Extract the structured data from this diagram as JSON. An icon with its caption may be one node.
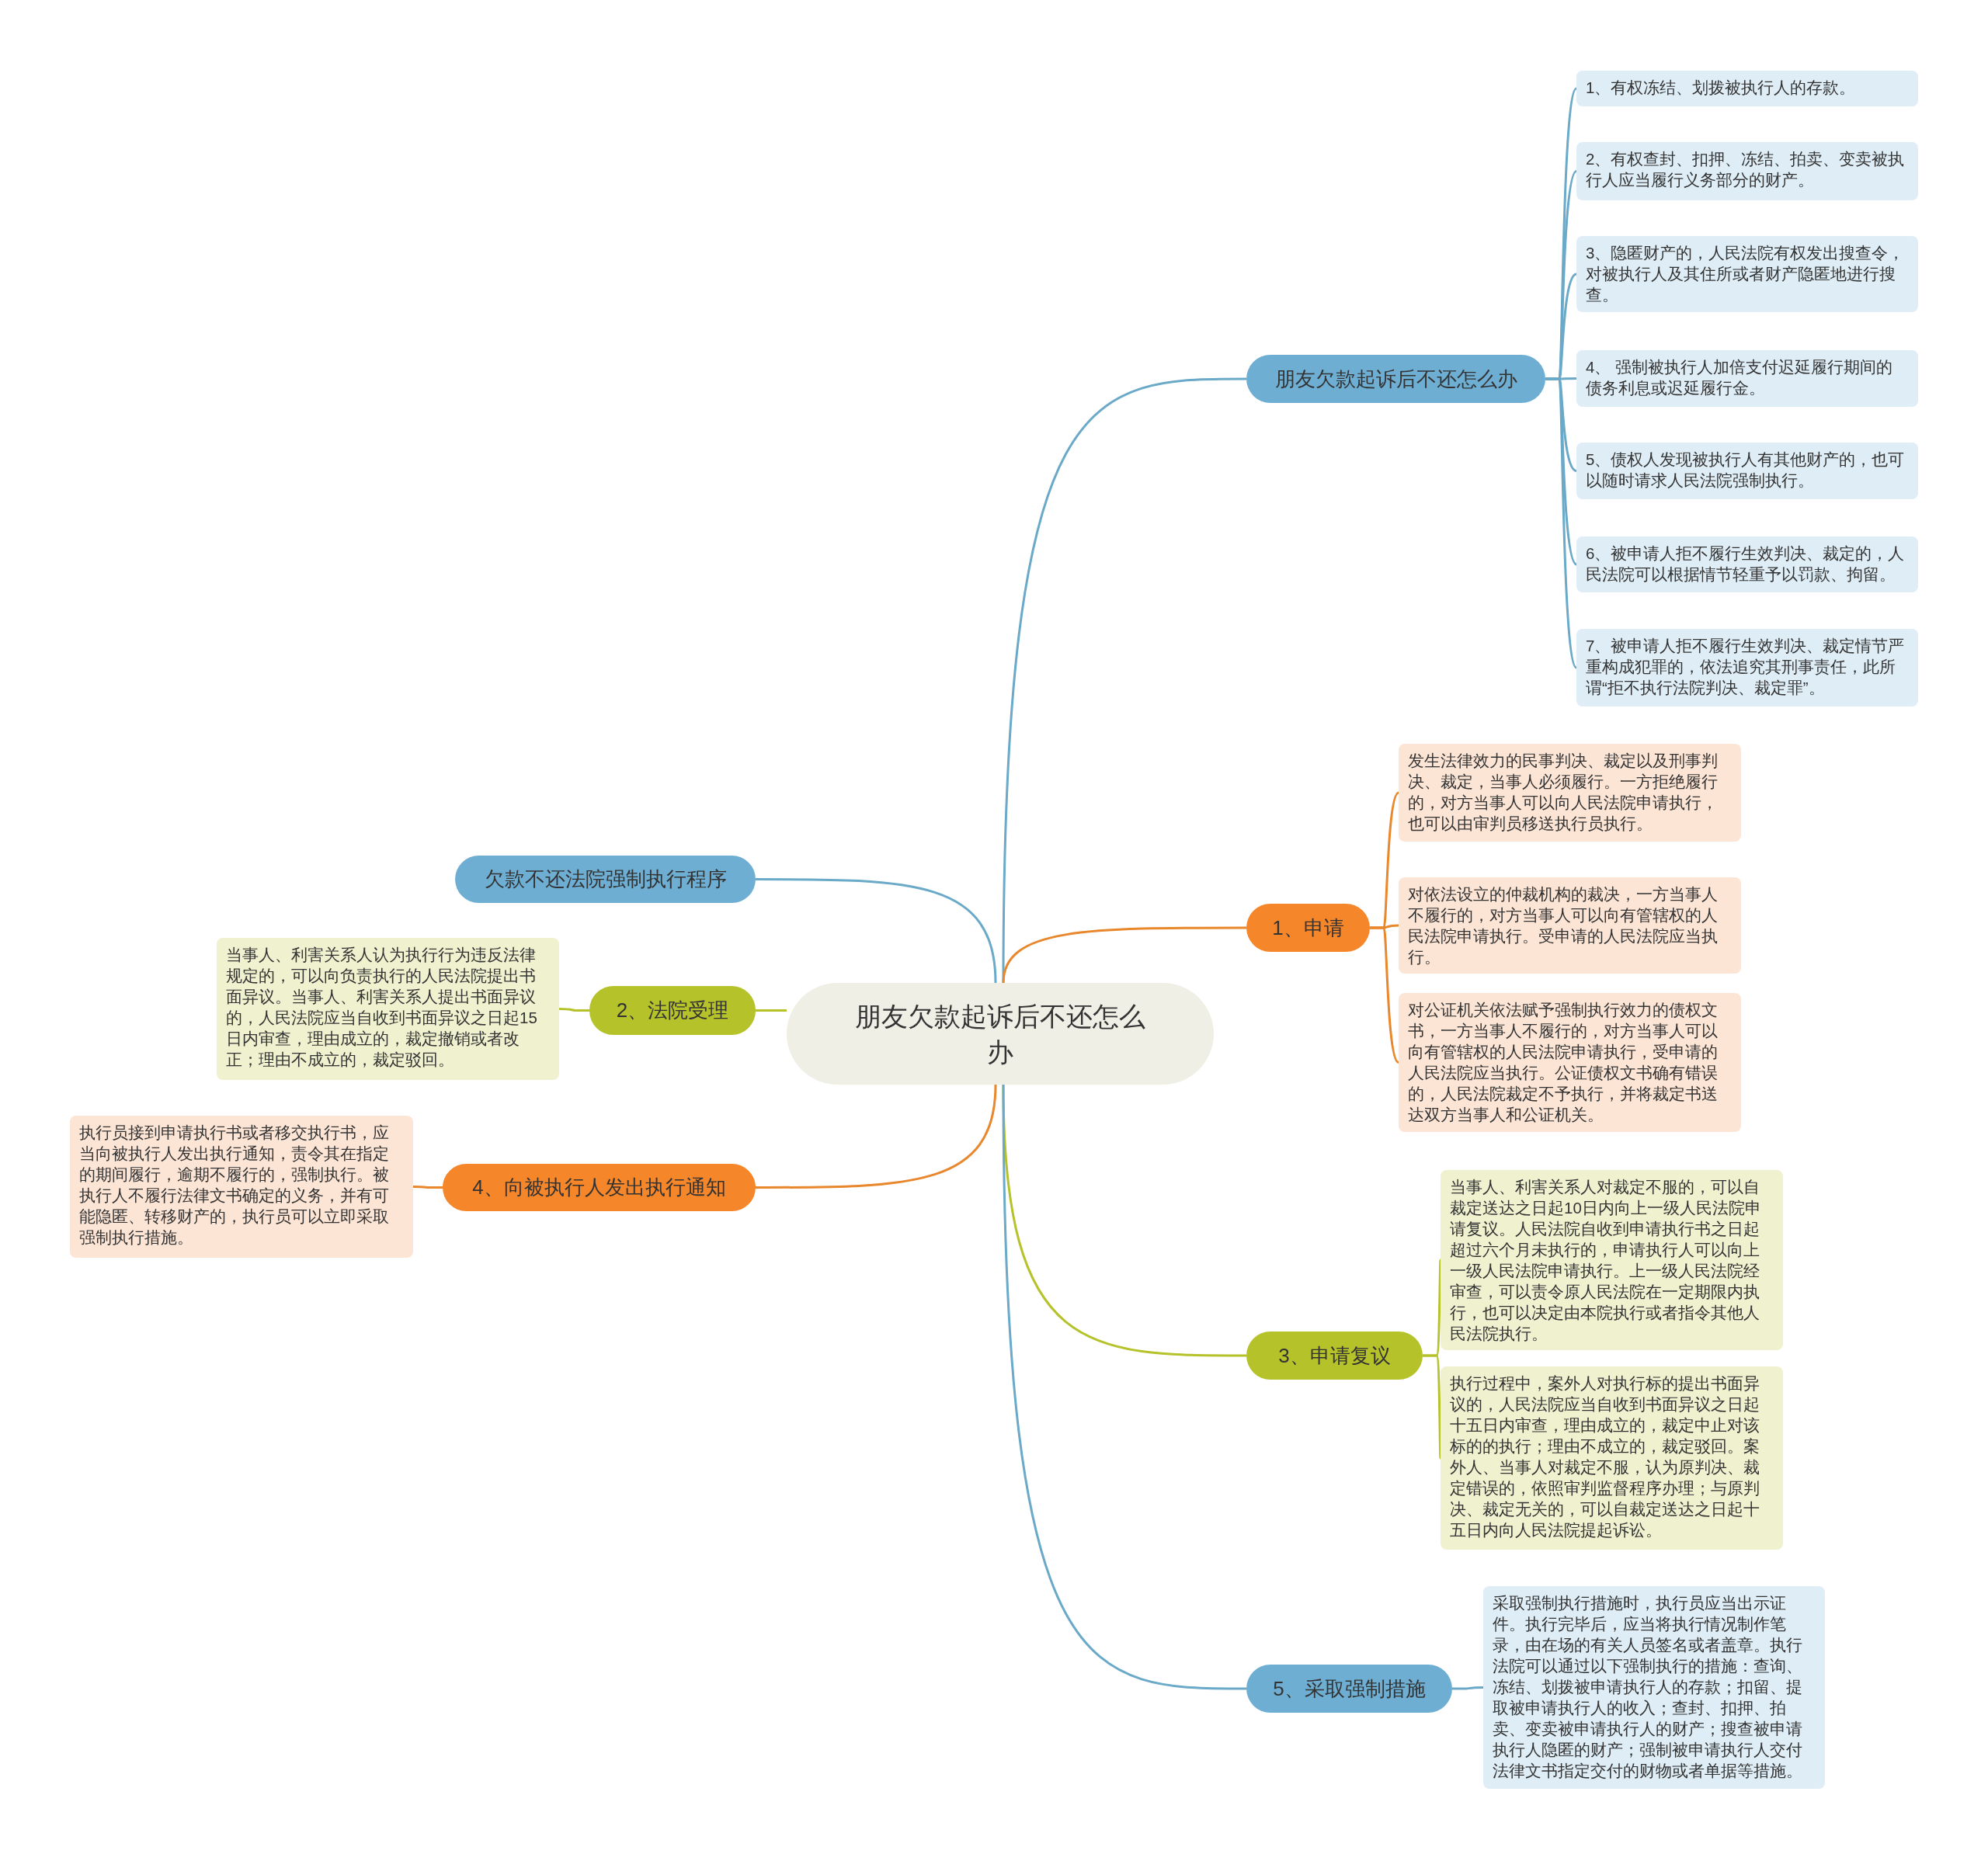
{
  "diagram": {
    "nodes": [
      {
        "text": [
          "朋友欠款起诉后不还怎么办"
        ]
      },
      {
        "text": [
          "朋友欠款起诉后不还怎么办"
        ]
      },
      {
        "text": [
          "1、有权冻结、划拨被执行人的存款。"
        ]
      },
      {
        "text": [
          "2、有权查封、扣押、冻结、拍卖、变卖被执行人应当履行义务部分的财产。"
        ]
      },
      {
        "text": [
          "3、隐匿财产的，人民法院有权发出搜查令，对被执行人及其住所或者财产隐匿地进行搜查。"
        ]
      },
      {
        "text": [
          "4、 强制被执行人加倍支付迟延履行期间的债务利息或迟延履行金。"
        ]
      },
      {
        "text": [
          "5、债权人发现被执行人有其他财产的，也可以随时请求人民法院强制执行。"
        ]
      },
      {
        "text": [
          "6、被申请人拒不履行生效判决、裁定的，人民法院可以根据情节轻重予以罚款、拘留。"
        ]
      },
      {
        "text": [
          "7、被申请人拒不履行生效判决、裁定情节严重构成犯罪的，依法追究其刑事责任，此所谓“拒不执行法院判决、裁定罪”。"
        ]
      },
      {
        "text": [
          "欠款不还法院强制执行程序"
        ]
      },
      {
        "text": [
          "2、法院受理"
        ]
      },
      {
        "text": [
          "当事人、利害关系人认为执行行为违反法律规定的，可以向负责执行的人民法院提出书面异议。当事人、利害关系人提出书面异议的，人民法院应当自收到书面异议之日起15日内审查，理由成立的，裁定撤销或者改正；理由不成立的，裁定驳回。"
        ]
      },
      {
        "text": [
          "4、向被执行人发出执行通知"
        ]
      },
      {
        "text": [
          "执行员接到申请执行书或者移交执行书，应当向被执行人发出执行通知，责令其在指定的期间履行，逾期不履行的，强制执行。被执行人不履行法律文书确定的义务，并有可能隐匿、转移财产的，执行员可以立即采取强制执行措施。"
        ]
      },
      {
        "text": [
          "1、申请"
        ]
      },
      {
        "text": [
          "发生法律效力的民事判决、裁定以及刑事判决、裁定，当事人必须履行。一方拒绝履行的，对方当事人可以向人民法院申请执行，也可以由审判员移送执行员执行。"
        ]
      },
      {
        "text": [
          "对依法设立的仲裁机构的裁决，一方当事人不履行的，对方当事人可以向有管辖权的人民法院申请执行。受申请的人民法院应当执行。"
        ]
      },
      {
        "text": [
          "对公证机关依法赋予强制执行效力的债权文书，一方当事人不履行的，对方当事人可以向有管辖权的人民法院申请执行，受申请的人民法院应当执行。公证债权文书确有错误的，人民法院裁定不予执行，并将裁定书送达双方当事人和公证机关。"
        ]
      },
      {
        "text": [
          "3、申请复议"
        ]
      },
      {
        "text": [
          "当事人、利害关系人对裁定不服的，可以自裁定送达之日起10日内向上一级人民法院申请复议。人民法院自收到申请执行书之日起超过六个月未执行的，申请执行人可以向上一级人民法院申请执行。上一级人民法院经审查，可以责令原人民法院在一定期限内执行，也可以决定由本院执行或者指令其他人民法院执行。"
        ]
      },
      {
        "text": [
          "执行过程中，案外人对执行标的提出书面异议的，人民法院应当自收到书面异议之日起十五日内审查，理由成立的，裁定中止对该标的的执行；理由不成立的，裁定驳回。案外人、当事人对裁定不服，认为原判决、裁定错误的，依照审判监督程序办理；与原判决、裁定无关的，可以自裁定送达之日起十五日内向人民法院提起诉讼。"
        ]
      },
      {
        "text": [
          "5、采取强制措施"
        ]
      },
      {
        "text": [
          "采取强制执行措施时，执行员应当出示证件。执行完毕后，应当将执行情况制作笔录，由在场的有关人员签名或者盖章。执行法院可以通过以下强制执行的措施：查询、冻结、划拨被申请执行人的存款；扣留、提取被申请执行人的收入；查封、扣押、拍卖、变卖被申请执行人的财产；搜查被申请执行人隐匿的财产；强制被申请执行人交付法律文书指定交付的财物或者单据等措施。"
        ]
      }
    ],
    "edges": [
      {
        "from": 0,
        "to": 1,
        "arrow": "none"
      },
      {
        "from": 1,
        "to": 2,
        "arrow": "none"
      },
      {
        "from": 1,
        "to": 3,
        "arrow": "none"
      },
      {
        "from": 1,
        "to": 4,
        "arrow": "none"
      },
      {
        "from": 1,
        "to": 5,
        "arrow": "none"
      },
      {
        "from": 1,
        "to": 6,
        "arrow": "none"
      },
      {
        "from": 1,
        "to": 7,
        "arrow": "none"
      },
      {
        "from": 1,
        "to": 8,
        "arrow": "none"
      },
      {
        "from": 0,
        "to": 9,
        "arrow": "none"
      },
      {
        "from": 0,
        "to": 10,
        "arrow": "none",
        "color": "#b5c22a"
      },
      {
        "from": 10,
        "to": 11,
        "arrow": "none",
        "color": "#b5c22a"
      },
      {
        "from": 0,
        "to": 12,
        "arrow": "none",
        "color": "#e8872c"
      },
      {
        "from": 12,
        "to": 13,
        "arrow": "none",
        "color": "#e8872c"
      },
      {
        "from": 0,
        "to": 14,
        "arrow": "none",
        "color": "#e8872c"
      },
      {
        "from": 14,
        "to": 15,
        "arrow": "none",
        "color": "#e8872c"
      },
      {
        "from": 14,
        "to": 16,
        "arrow": "none",
        "color": "#e8872c"
      },
      {
        "from": 14,
        "to": 17,
        "arrow": "none",
        "color": "#e8872c"
      },
      {
        "from": 0,
        "to": 18,
        "arrow": "none",
        "color": "#b5c22a"
      },
      {
        "from": 18,
        "to": 19,
        "arrow": "none",
        "color": "#b5c22a"
      },
      {
        "from": 18,
        "to": 20,
        "arrow": "none",
        "color": "#b5c22a"
      },
      {
        "from": 0,
        "to": 21,
        "arrow": "none"
      },
      {
        "from": 21,
        "to": 22,
        "arrow": "none"
      }
    ]
  }
}
